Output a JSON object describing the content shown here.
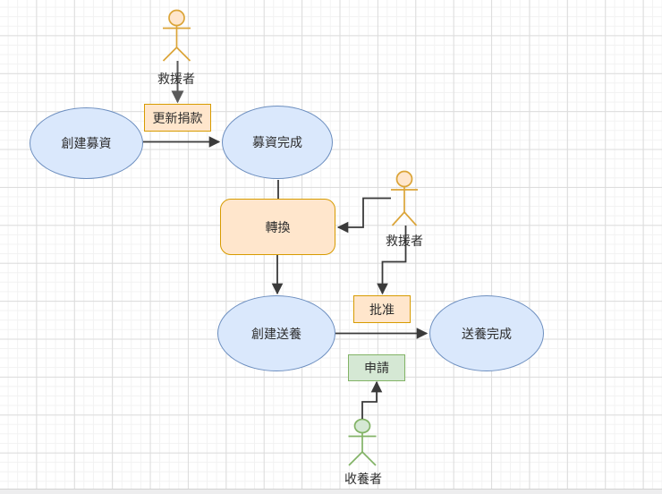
{
  "diagram": {
    "type": "use-case-flow-diagram",
    "nodes": {
      "create_fundraising": {
        "label": "創建募資",
        "shape": "ellipse"
      },
      "update_donation": {
        "label": "更新捐款",
        "shape": "process"
      },
      "fundraising_complete": {
        "label": "募資完成",
        "shape": "ellipse"
      },
      "convert": {
        "label": "轉換",
        "shape": "rounded-process"
      },
      "approve": {
        "label": "批准",
        "shape": "process"
      },
      "create_adoption": {
        "label": "創建送養",
        "shape": "ellipse"
      },
      "adoption_complete": {
        "label": "送養完成",
        "shape": "ellipse"
      },
      "apply": {
        "label": "申請",
        "shape": "process"
      }
    },
    "actors": {
      "rescuer_top": {
        "label": "救援者"
      },
      "rescuer_right": {
        "label": "救援者"
      },
      "adopter": {
        "label": "收養者"
      }
    },
    "edges": [
      {
        "from": "rescuer_top",
        "to": "update_donation",
        "arrowhead": true
      },
      {
        "from": "create_fundraising",
        "to": "fundraising_complete",
        "arrowhead": true
      },
      {
        "from": "fundraising_complete",
        "to": "convert",
        "arrowhead": false
      },
      {
        "from": "rescuer_right",
        "to": "convert",
        "arrowhead": true
      },
      {
        "from": "rescuer_right",
        "to": "approve",
        "arrowhead": true
      },
      {
        "from": "convert",
        "to": "create_adoption",
        "arrowhead": true
      },
      {
        "from": "create_adoption",
        "to": "adoption_complete",
        "arrowhead": true
      },
      {
        "from": "adopter",
        "to": "apply",
        "arrowhead": true
      }
    ],
    "colors": {
      "ellipse_fill": "#dae8fc",
      "ellipse_stroke": "#6c8ebf",
      "orange_fill": "#ffe6cc",
      "orange_stroke": "#d79b00",
      "green_fill": "#d5e8d4",
      "green_stroke": "#82b366",
      "edge_stroke": "#3a3a3a",
      "actor_edge_stroke": "#5a5a5a",
      "grid_minor": "#f2f2f2",
      "grid_major": "#dcdcdc"
    }
  }
}
